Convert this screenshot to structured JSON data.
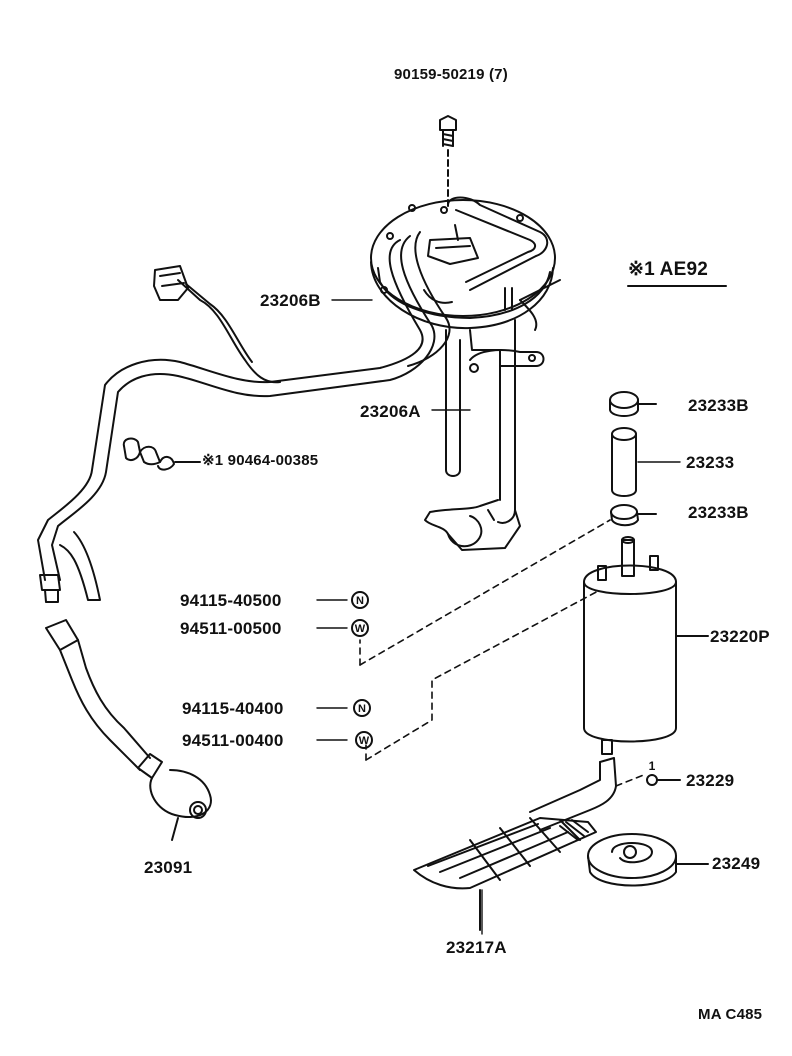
{
  "labels": {
    "bolt": "90159-50219 (7)",
    "note": "※1 AE92",
    "gage_assy": "23206B",
    "pipe": "23206A",
    "clamp": "※1 90464-00385",
    "cushion_upper": "23233B",
    "cushion_tube": "23233",
    "cushion_lower": "23233B",
    "nut_500": "94115-40500",
    "washer_500": "94511-00500",
    "nut_400": "94115-40400",
    "washer_400": "94511-00400",
    "pump": "23220P",
    "clip": "23229",
    "damper": "23249",
    "hose": "23091",
    "filter": "23217A",
    "ref": "MA  C485"
  },
  "symbols": {
    "nut": "N",
    "washer": "W",
    "clip_index": "1"
  }
}
